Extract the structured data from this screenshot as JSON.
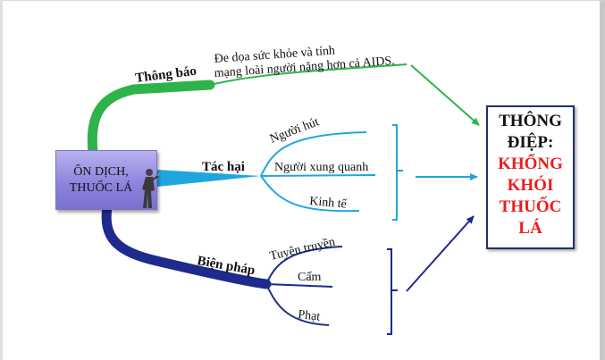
{
  "center": {
    "label": "ÔN DỊCH,\nTHUỐC LÁ"
  },
  "branches": {
    "notice": {
      "label": "Thông báo",
      "text_line1": "Đe dọa sức khỏe và tính",
      "text_line2": "mạng loài người nặng hơn cả AIDS.",
      "color": "#2db34a"
    },
    "harm": {
      "label": "Tác hại",
      "items": [
        "Người hút",
        "Người xung quanh",
        "Kinh tế"
      ],
      "color": "#1fa6de"
    },
    "measures": {
      "label": "Biện pháp",
      "items": [
        "Tuyên truyền",
        "Cấm",
        "Phạt"
      ],
      "color": "#1e2a8c"
    }
  },
  "message": {
    "title": "THÔNG\nĐIỆP:",
    "body": "KHỔNG\nKHÓI\nTHUỐC\nLÁ",
    "title_color": "#111111",
    "body_color": "#ee1c1c",
    "border_color": "#1f2f6b"
  }
}
